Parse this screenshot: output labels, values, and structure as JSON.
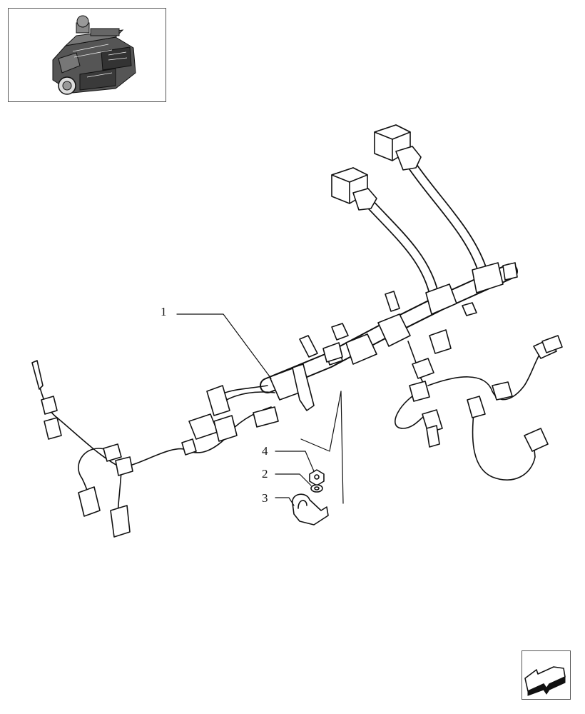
{
  "figure": {
    "thumbnail": {
      "icon": "engine-thumbnail-icon"
    },
    "navigation": {
      "icon": "next-page-arrow-icon"
    },
    "callouts": [
      {
        "id": "c1",
        "label": "1"
      },
      {
        "id": "c2",
        "label": "2"
      },
      {
        "id": "c3",
        "label": "3"
      },
      {
        "id": "c4",
        "label": "4"
      }
    ]
  }
}
